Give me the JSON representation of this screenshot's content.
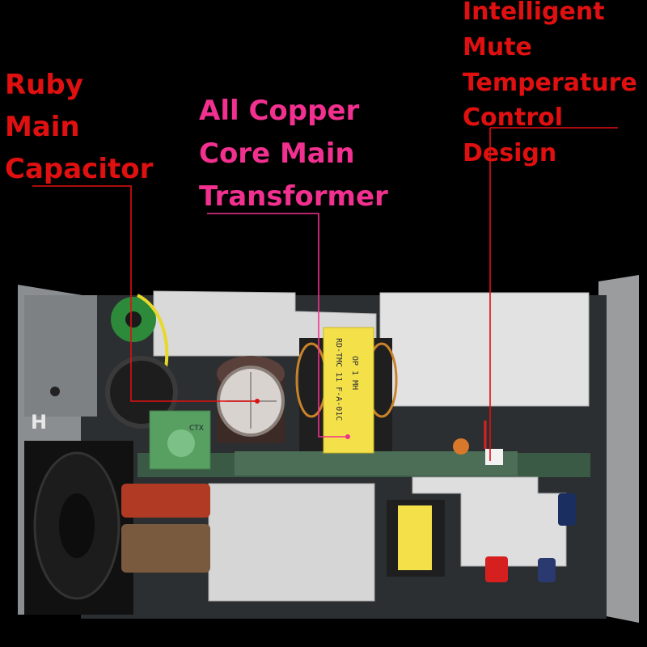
{
  "labels": {
    "capacitor": [
      "Ruby",
      "Main",
      "Capacitor"
    ],
    "transformer": [
      "All Copper",
      "Core Main",
      "Transformer"
    ],
    "temperature": [
      "Intelligent",
      "Mute",
      "Temperature",
      "Control",
      "Design"
    ]
  },
  "transformer_marking": [
    "RD-TMC 11 F-A-01C",
    "OP 1 MH"
  ],
  "choke_marking": "CTX",
  "colors": {
    "background": "#000000",
    "red_label": "#e01010",
    "pink_label": "#f2308f",
    "heatsink": "#d9d9d9",
    "pcb": "#3a5a45",
    "transformer_tape": "#f4e14a"
  }
}
